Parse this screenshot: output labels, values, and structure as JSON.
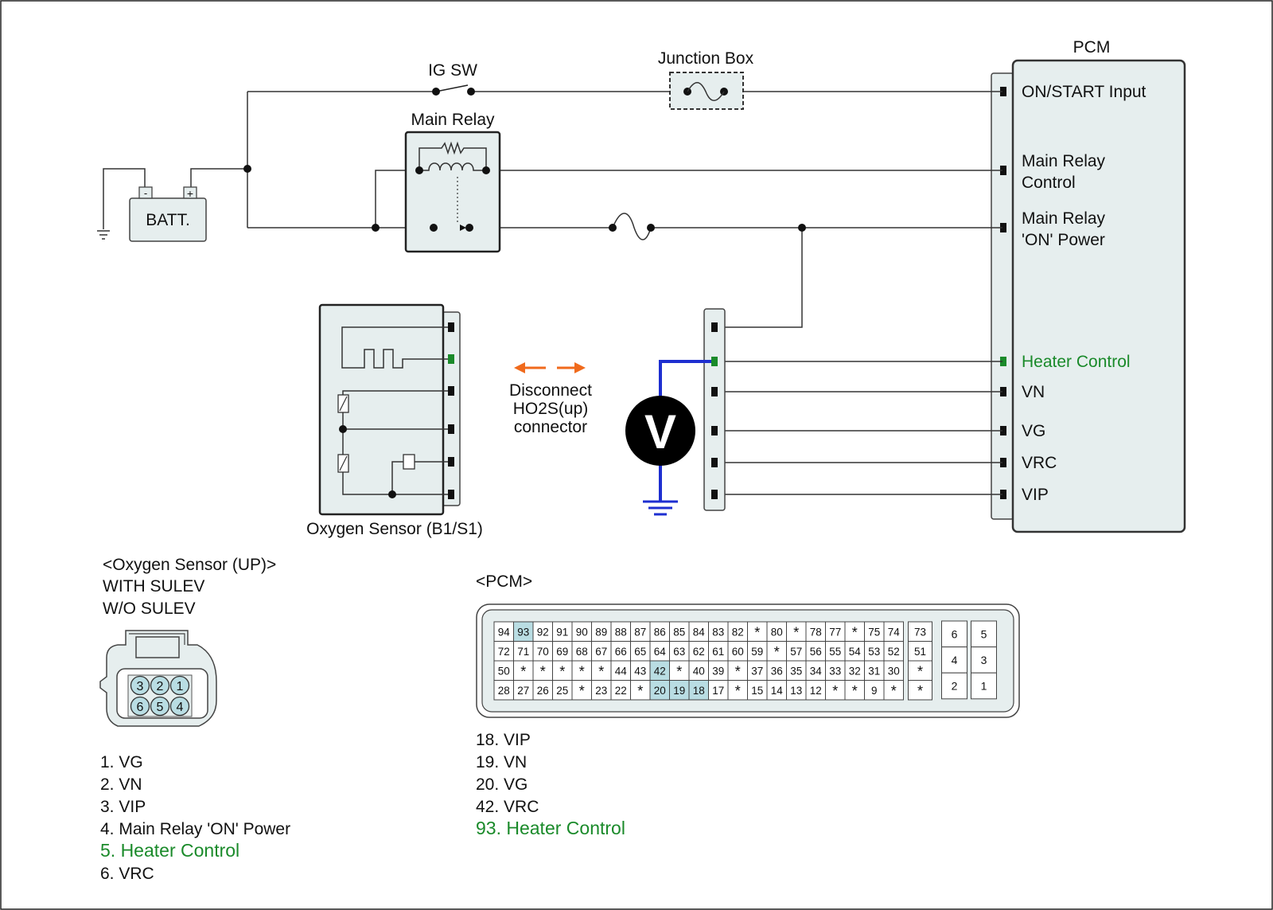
{
  "diagram": {
    "labels": {
      "ig_sw": "IG SW",
      "junction_box": "Junction Box",
      "main_relay": "Main Relay",
      "batt": "BATT.",
      "batt_minus": "-",
      "batt_plus": "+",
      "pcm": "PCM",
      "oxygen_sensor": "Oxygen Sensor (B1/S1)",
      "disconnect_1": "Disconnect",
      "disconnect_2": "HO2S(up)",
      "disconnect_3": "connector",
      "voltmeter": "V"
    },
    "pcm_pins": [
      {
        "line1": "ON/START Input",
        "line2": ""
      },
      {
        "line1": "Main Relay",
        "line2": "Control"
      },
      {
        "line1": "Main Relay",
        "line2": "'ON' Power"
      },
      {
        "line1": "Heater Control",
        "line2": "",
        "highlight": true
      },
      {
        "line1": "VN",
        "line2": ""
      },
      {
        "line1": "VG",
        "line2": ""
      },
      {
        "line1": "VRC",
        "line2": ""
      },
      {
        "line1": "VIP",
        "line2": ""
      }
    ],
    "colors": {
      "heater": "#1a8a2a",
      "probe_wire": "#1e2fd0",
      "arrow": "#f06a1c",
      "pin_fill": "#b9dde3",
      "panel": "#e6eeee"
    }
  },
  "sensor_connector": {
    "title": "<Oxygen Sensor (UP)>",
    "sub1": "WITH SULEV",
    "sub2": "W/O SULEV",
    "pins_top": [
      "3",
      "2",
      "1"
    ],
    "pins_bottom": [
      "6",
      "5",
      "4"
    ],
    "legend": [
      {
        "text": "1. VG"
      },
      {
        "text": "2. VN"
      },
      {
        "text": "3. VIP"
      },
      {
        "text": "4. Main Relay  'ON' Power"
      },
      {
        "text": "5. Heater Control",
        "highlight": true
      },
      {
        "text": "6. VRC"
      }
    ]
  },
  "pcm_connector": {
    "title": "<PCM>",
    "rows": [
      [
        "94",
        "93",
        "92",
        "91",
        "90",
        "89",
        "88",
        "87",
        "86",
        "85",
        "84",
        "83",
        "82",
        "*",
        "80",
        "*",
        "78",
        "77",
        "*",
        "75",
        "74"
      ],
      [
        "72",
        "71",
        "70",
        "69",
        "68",
        "67",
        "66",
        "65",
        "64",
        "63",
        "62",
        "61",
        "60",
        "59",
        "*",
        "57",
        "56",
        "55",
        "54",
        "53",
        "52"
      ],
      [
        "50",
        "*",
        "*",
        "*",
        "*",
        "*",
        "44",
        "43",
        "42",
        "*",
        "40",
        "39",
        "*",
        "37",
        "36",
        "35",
        "34",
        "33",
        "32",
        "31",
        "30"
      ],
      [
        "28",
        "27",
        "26",
        "25",
        "*",
        "23",
        "22",
        "*",
        "20",
        "19",
        "18",
        "17",
        "*",
        "15",
        "14",
        "13",
        "12",
        "*",
        "*",
        "9",
        "*"
      ]
    ],
    "side_col": [
      "73",
      "51",
      "*",
      "*"
    ],
    "right_block": [
      [
        "6",
        "5"
      ],
      [
        "4",
        "3"
      ],
      [
        "2",
        "1"
      ]
    ],
    "highlighted": [
      "93",
      "42",
      "20",
      "19",
      "18"
    ],
    "legend": [
      {
        "text": "18. VIP"
      },
      {
        "text": "19. VN"
      },
      {
        "text": "20. VG"
      },
      {
        "text": "42. VRC"
      },
      {
        "text": "93. Heater Control",
        "highlight": true
      }
    ]
  }
}
